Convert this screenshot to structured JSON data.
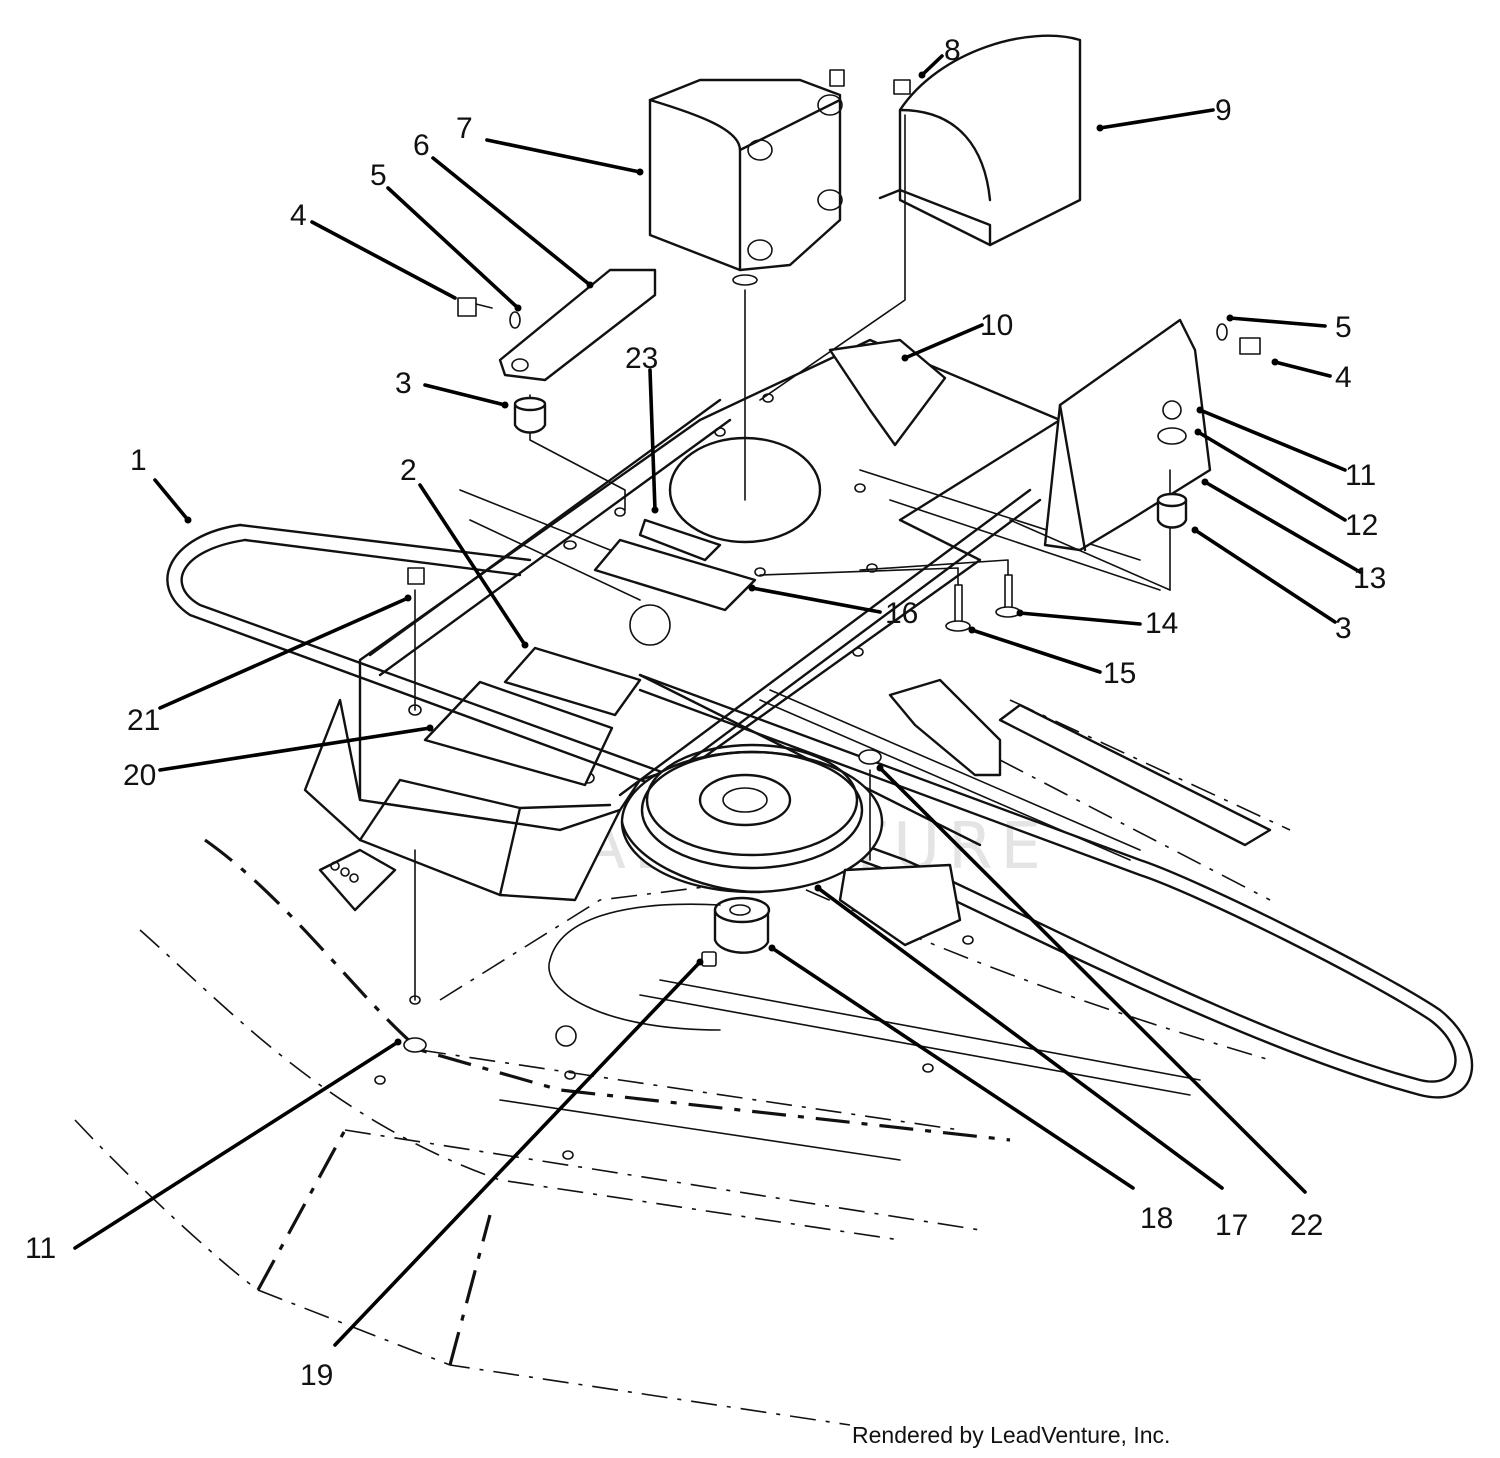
{
  "diagram": {
    "callouts": {
      "c1": "1",
      "c2": "2",
      "c3a": "3",
      "c3b": "3",
      "c4a": "4",
      "c4b": "4",
      "c5a": "5",
      "c5b": "5",
      "c6": "6",
      "c7": "7",
      "c8": "8",
      "c9": "9",
      "c10": "10",
      "c11a": "11",
      "c11b": "11",
      "c12": "12",
      "c13": "13",
      "c14": "14",
      "c15": "15",
      "c16": "16",
      "c17": "17",
      "c18": "18",
      "c19": "19",
      "c20": "20",
      "c21": "21",
      "c22": "22",
      "c23": "23"
    },
    "watermark": "LEADVENTURE",
    "credit": "Rendered by LeadVenture, Inc."
  }
}
